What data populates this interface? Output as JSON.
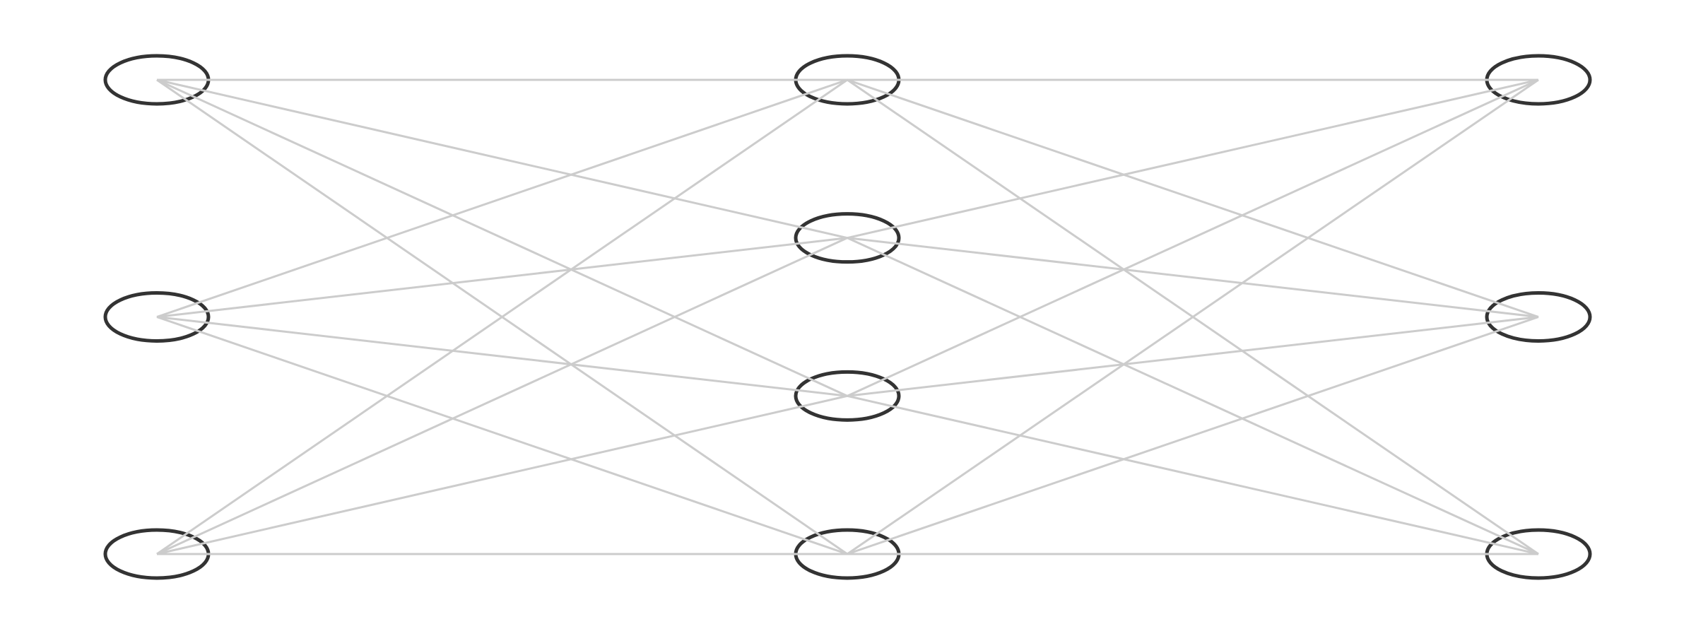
{
  "diagram": {
    "type": "neural-network",
    "layers": [
      {
        "nodes": 3
      },
      {
        "nodes": 4
      },
      {
        "nodes": 3
      }
    ],
    "connectivity": "fully-connected",
    "colors": {
      "node_stroke": "#333333",
      "node_fill": "#ffffff",
      "edge": "#cccccc",
      "background": "#ffffff"
    }
  }
}
